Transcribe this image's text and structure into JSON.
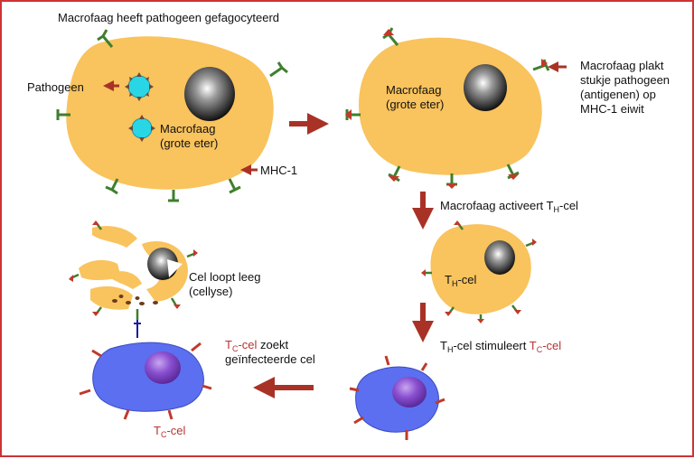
{
  "colors": {
    "border": "#cc3333",
    "macrophage": "#f9c35d",
    "nucleus_dark": "#222222",
    "receptor": "#3f7f2e",
    "antigen": "#c0392b",
    "arrow": "#a93226",
    "tc_cell": "#5b6ff0",
    "tc_nucleus": "#7b3fc4",
    "pathogen": "#29d6e6"
  },
  "labels": {
    "title": "Macrofaag heeft pathogeen gefagocyteerd",
    "pathogen": "Pathogeen",
    "macro1_line1": "Macrofaag",
    "macro1_line2": "(grote eter)",
    "mhc": "MHC-1",
    "macro2_line1": "Macrofaag",
    "macro2_line2": "(grote eter)",
    "plakt_l1": "Macrofaag plakt",
    "plakt_l2": "stukje pathogeen",
    "plakt_l3": "(antigenen) op",
    "plakt_l4": "MHC-1 eiwit",
    "activeert_pre": "Macrofaag activeert T",
    "activeert_sub": "H",
    "activeert_post": "-cel",
    "th_pre": "T",
    "th_sub": "H",
    "th_post": "-cel",
    "lysis_l1": "Cel loopt leeg",
    "lysis_l2": "(cellyse)",
    "stim_pre": "T",
    "stim_sub": "H",
    "stim_mid": "-cel stimuleert ",
    "stim_tc": "T",
    "stim_tc_sub": "C",
    "stim_tc_post": "-cel",
    "zoekt_tc": "T",
    "zoekt_tc_sub": "C",
    "zoekt_tc_post": "-cel",
    "zoekt_rest": " zoekt",
    "zoekt_l2": "geïnfecteerde cel",
    "tc_bottom": "T",
    "tc_bottom_sub": "C",
    "tc_bottom_post": "-cel"
  },
  "icons": [
    "pathogen-icon",
    "nucleus-icon",
    "mhc-receptor-icon",
    "antigen-icon",
    "process-arrow-icon"
  ]
}
